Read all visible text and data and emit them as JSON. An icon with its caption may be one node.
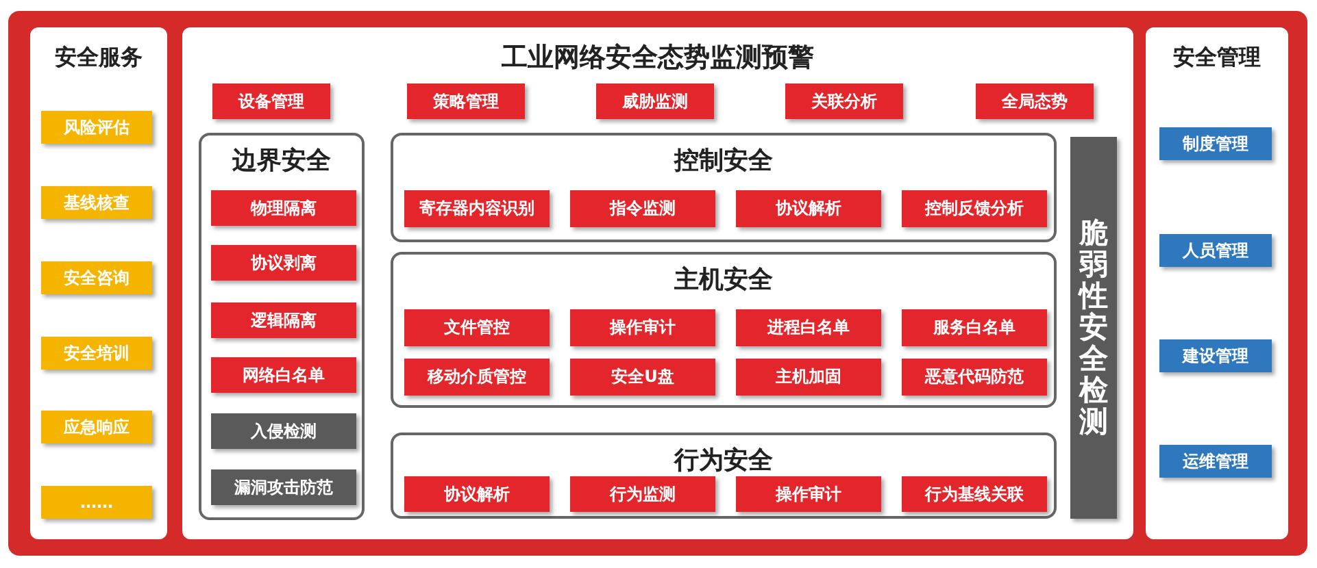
{
  "diagram": {
    "nodes": [
      {
        "text": [
          "安全服务"
        ]
      },
      {
        "text": [
          "风险评估"
        ],
        "in": 0
      },
      {
        "text": [
          "基线核查"
        ],
        "in": 0
      },
      {
        "text": [
          "安全咨询"
        ],
        "in": 0
      },
      {
        "text": [
          "安全培训"
        ],
        "in": 0
      },
      {
        "text": [
          "应急响应"
        ],
        "in": 0
      },
      {
        "text": [
          "……"
        ],
        "in": 0
      },
      {
        "text": [
          "工业网络安全态势监测预警"
        ]
      },
      {
        "text": [
          "设备管理"
        ],
        "in": 7
      },
      {
        "text": [
          "策略管理"
        ],
        "in": 7
      },
      {
        "text": [
          "威胁监测"
        ],
        "in": 7
      },
      {
        "text": [
          "关联分析"
        ],
        "in": 7
      },
      {
        "text": [
          "全局态势"
        ],
        "in": 7
      },
      {
        "text": [
          "边界安全"
        ],
        "in": 7
      },
      {
        "text": [
          "物理隔离"
        ],
        "in": 13
      },
      {
        "text": [
          "协议剥离"
        ],
        "in": 13
      },
      {
        "text": [
          "逻辑隔离"
        ],
        "in": 13
      },
      {
        "text": [
          "网络白名单"
        ],
        "in": 13
      },
      {
        "text": [
          "入侵检测"
        ],
        "in": 13
      },
      {
        "text": [
          "漏洞攻击防范"
        ],
        "in": 13
      },
      {
        "text": [
          "控制安全"
        ],
        "in": 7
      },
      {
        "text": [
          "寄存器内容识别"
        ],
        "in": 20
      },
      {
        "text": [
          "指令监测"
        ],
        "in": 20
      },
      {
        "text": [
          "协议解析"
        ],
        "in": 20
      },
      {
        "text": [
          "控制反馈分析"
        ],
        "in": 20
      },
      {
        "text": [
          "主机安全"
        ],
        "in": 7
      },
      {
        "text": [
          "文件管控"
        ],
        "in": 25
      },
      {
        "text": [
          "操作审计"
        ],
        "in": 25
      },
      {
        "text": [
          "进程白名单"
        ],
        "in": 25
      },
      {
        "text": [
          "服务白名单"
        ],
        "in": 25
      },
      {
        "text": [
          "移动介质管控"
        ],
        "in": 25
      },
      {
        "text": [
          "安全U盘"
        ],
        "in": 25
      },
      {
        "text": [
          "主机加固"
        ],
        "in": 25
      },
      {
        "text": [
          "恶意代码防范"
        ],
        "in": 25
      },
      {
        "text": [
          "行为安全"
        ],
        "in": 7
      },
      {
        "text": [
          "协议解析"
        ],
        "in": 34
      },
      {
        "text": [
          "行为监测"
        ],
        "in": 34
      },
      {
        "text": [
          "操作审计"
        ],
        "in": 34
      },
      {
        "text": [
          "行为基线关联"
        ],
        "in": 34
      },
      {
        "text": [
          "脆弱性安全检测"
        ],
        "in": 7
      },
      {
        "text": [
          "安全管理"
        ]
      },
      {
        "text": [
          "制度管理"
        ],
        "in": 40
      },
      {
        "text": [
          "人员管理"
        ],
        "in": 40
      },
      {
        "text": [
          "建设管理"
        ],
        "in": 40
      },
      {
        "text": [
          "运维管理"
        ],
        "in": 40
      }
    ]
  }
}
